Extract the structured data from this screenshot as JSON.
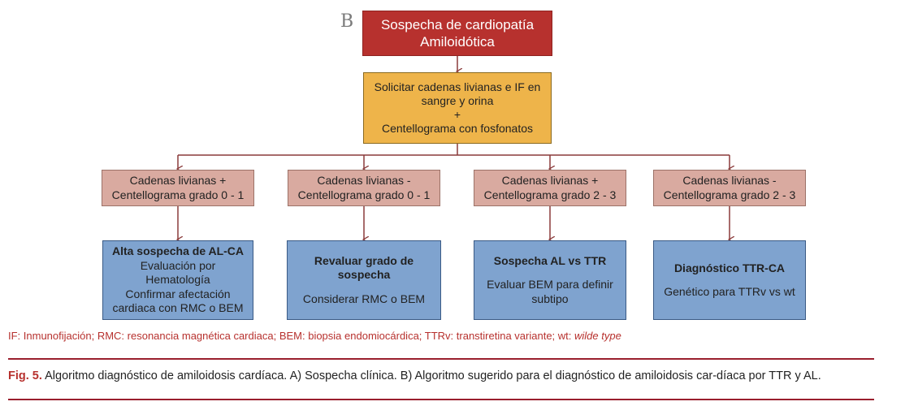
{
  "label": "B",
  "top_box": {
    "line1": "Sospecha de cardiopatía",
    "line2": "Amiloidótica"
  },
  "middle_box": {
    "line1": "Solicitar cadenas livianas e IF en",
    "line2": "sangre y orina",
    "plus": "+",
    "line3": "Centellograma con fosfonatos"
  },
  "branches": [
    {
      "condition": {
        "line1": "Cadenas livianas +",
        "line2": "Centellograma grado 0 - 1"
      },
      "result": {
        "head": "Alta sospecha de AL-CA",
        "lines": [
          "Evaluación por",
          "Hematología",
          "Confirmar afectación",
          "cardiaca con RMC o BEM"
        ]
      }
    },
    {
      "condition": {
        "line1": "Cadenas livianas -",
        "line2": "Centellograma grado 0 - 1"
      },
      "result": {
        "head1": "Revaluar grado de",
        "head2": "sospecha",
        "line1": "Considerar RMC  o BEM"
      }
    },
    {
      "condition": {
        "line1": "Cadenas livianas +",
        "line2": "Centellograma grado 2 - 3"
      },
      "result": {
        "head": "Sospecha AL vs TTR",
        "line1": "Evaluar BEM para definir",
        "line2": "subtipo"
      }
    },
    {
      "condition": {
        "line1": "Cadenas livianas -",
        "line2": "Centellograma grado 2 - 3"
      },
      "result": {
        "head": "Diagnóstico TTR-CA",
        "line1": "Genético para TTRv vs wt"
      }
    }
  ],
  "footnote": {
    "text": "IF: Inmunofijación; RMC: resonancia magnética cardiaca; BEM: biopsia endomiocárdica; TTRv: transtiretina variante; wt: ",
    "italic": "wilde type"
  },
  "caption": {
    "fig_label": "Fig. 5.",
    "text": " Algoritmo diagnóstico de amiloidosis cardíaca. A) Sospecha clínica. B) Algoritmo sugerido para el diagnóstico de amiloidosis car-díaca por TTR y AL."
  },
  "colors": {
    "top_box": "#b7312e",
    "middle_box": "#eeb44a",
    "condition_box": "#d9aaa0",
    "result_box": "#7fa3cf",
    "connector": "#8a3a3a",
    "rule": "#9a1f2e"
  }
}
